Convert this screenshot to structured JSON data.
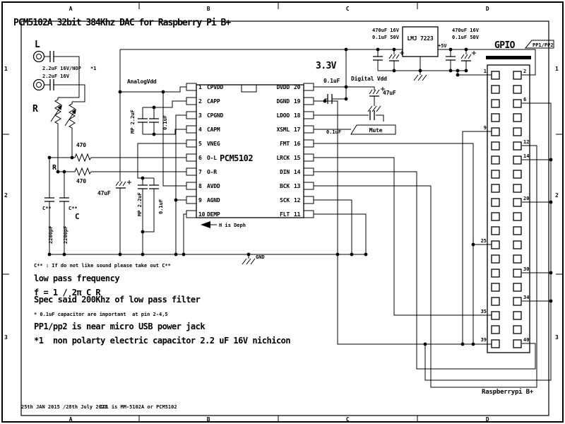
{
  "title": "PCM5102A 32bit 384Khz DAC for Raspberry Pi B+",
  "frame": {
    "col_labels": [
      "A",
      "B",
      "C",
      "D"
    ],
    "row_labels": [
      "1",
      "2",
      "3"
    ]
  },
  "ic": {
    "name": "PCM5102",
    "left_pins": [
      {
        "num": "1",
        "name": "CPVDD"
      },
      {
        "num": "2",
        "name": "CAPP"
      },
      {
        "num": "3",
        "name": "CPGND"
      },
      {
        "num": "4",
        "name": "CAPM"
      },
      {
        "num": "5",
        "name": "VNEG"
      },
      {
        "num": "6",
        "name": "O-L"
      },
      {
        "num": "7",
        "name": "O-R"
      },
      {
        "num": "8",
        "name": "AVDD"
      },
      {
        "num": "9",
        "name": "AGND"
      },
      {
        "num": "10",
        "name": "DEMP"
      }
    ],
    "right_pins": [
      {
        "num": "20",
        "name": "DVDD"
      },
      {
        "num": "19",
        "name": "DGND"
      },
      {
        "num": "18",
        "name": "LDOO"
      },
      {
        "num": "17",
        "name": "XSML"
      },
      {
        "num": "16",
        "name": "FMT"
      },
      {
        "num": "15",
        "name": "LRCK"
      },
      {
        "num": "14",
        "name": "DIN"
      },
      {
        "num": "13",
        "name": "BCK"
      },
      {
        "num": "12",
        "name": "SCK"
      },
      {
        "num": "11",
        "name": "FLT"
      }
    ]
  },
  "gpio": {
    "title": "GPIO",
    "flag": "PP1/PP2",
    "board": "Raspberrypi B+",
    "rows": 20,
    "pin_labels": [
      {
        "pin": "1",
        "row": 1,
        "side": "left"
      },
      {
        "pin": "2",
        "row": 1,
        "side": "right"
      },
      {
        "pin": "6",
        "row": 3,
        "side": "right"
      },
      {
        "pin": "9",
        "row": 5,
        "side": "left"
      },
      {
        "pin": "12",
        "row": 6,
        "side": "right"
      },
      {
        "pin": "14",
        "row": 7,
        "side": "right"
      },
      {
        "pin": "20",
        "row": 10,
        "side": "right"
      },
      {
        "pin": "25",
        "row": 13,
        "side": "left"
      },
      {
        "pin": "30",
        "row": 15,
        "side": "right"
      },
      {
        "pin": "34",
        "row": 17,
        "side": "right"
      },
      {
        "pin": "35",
        "row": 18,
        "side": "left"
      },
      {
        "pin": "39",
        "row": 20,
        "side": "left"
      },
      {
        "pin": "40",
        "row": 20,
        "side": "right"
      }
    ]
  },
  "power": {
    "rail_voltage": "3.3V",
    "rail_cap": "0.1uF",
    "analog_vdd": "AnalogVdd",
    "digital_vdd": "Digital Vdd",
    "regulator": "LMJ 7223",
    "input_voltage": "+5V",
    "cap_left_1": "470uF 16V",
    "cap_left_2": "0.1uF 50V",
    "cap_right_1": "470uF 16V",
    "cap_right_2": "0.1uF 50V",
    "digital_cap": "47uF",
    "gnd": "GND",
    "mute": "Mute",
    "xsml_cap": "0.1uF"
  },
  "analog": {
    "l_label": "L",
    "r_label": "R",
    "cap_l1": "2.2uF 16V/NOP",
    "cap_l2": "2.2uF 16V",
    "star1": "*1",
    "res1": "470",
    "res2": "470",
    "r_node": "R",
    "cstar1": "C**",
    "cstar2": "C**",
    "c_label": "C",
    "c1": "2200pF",
    "c2": "2200pF",
    "bulk_cap": "47uF",
    "mp_cap1": "MP 2.2uF",
    "f_cap1": "0.1uF",
    "mp_cap2": "MP 2.2uF",
    "f_cap2": "0.1uF",
    "demp_note": "H is Deph"
  },
  "notes": {
    "lines": [
      "C** : If do not like sound please take out C**",
      "low pass frequency",
      "f = 1 / 2π C R",
      "Spec said 200Khz of low pass filter",
      "* 0.1uF capacitor are important  at pin 2-4,5",
      "PP1/pp2 is near micro USB power jack",
      "*1  non polarty electric capacitor 2.2 uF 16V nichicon"
    ]
  },
  "footer": {
    "date": "25th JAN 2015 /28th July 2020",
    "ic_note": "IC1 is MM-5102A or PCM5102"
  }
}
